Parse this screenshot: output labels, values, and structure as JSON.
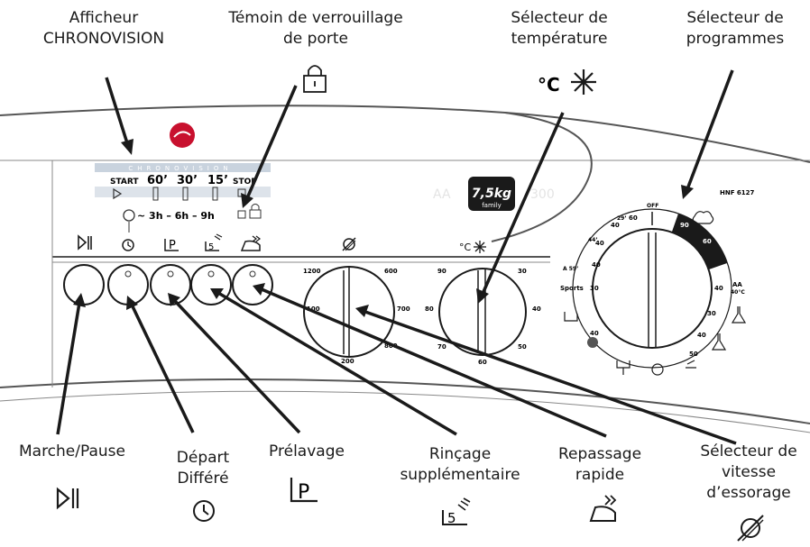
{
  "callouts": {
    "chronovision_display": "Afficheur\nCHRONOVISION",
    "door_lock": "Témoin de verrouillage\nde porte",
    "temperature_selector": "Sélecteur de\ntempérature",
    "program_selector": "Sélecteur de\nprogrammes",
    "start_pause": "Marche/Pause",
    "delayed_start": "Départ\nDifféré",
    "prewash": "Prélavage",
    "extra_rinse": "Rinçage\nsupplémentaire",
    "quick_iron": "Repassage\nrapide",
    "spin_selector": "Sélecteur de\nvitesse\nd’essorage"
  },
  "temp_symbol": "°C",
  "display": {
    "brand_strip": "CHRONOVISION",
    "start": "START",
    "t60": "60’",
    "t30": "30’",
    "t15": "15’",
    "stop": "STOP",
    "delays": "~ 3h – 6h – 9h"
  },
  "badge": {
    "capacity": "7,5kg",
    "sub": "family"
  },
  "spin_dial": {
    "ticks": [
      "1200",
      "600",
      "700",
      "100",
      "200",
      "800"
    ]
  },
  "temp_dial": {
    "ticks": [
      "90",
      "30",
      "80",
      "40",
      "70",
      "50",
      "60"
    ],
    "label": "°C"
  },
  "program_dial": {
    "model": "HNF 6127",
    "off": "OFF",
    "sports": "Sports",
    "aa": "AA",
    "aa_temp": "40°C",
    "a59": "A 59’",
    "t29": "29’",
    "t44": "44’",
    "temps": [
      "90",
      "60",
      "40",
      "30",
      "40",
      "40",
      "60",
      "40",
      "30",
      "40",
      "40",
      "50"
    ]
  },
  "colors": {
    "brand_red": "#c8102e",
    "ink": "#1a1a1a",
    "panel_line": "#555555"
  }
}
